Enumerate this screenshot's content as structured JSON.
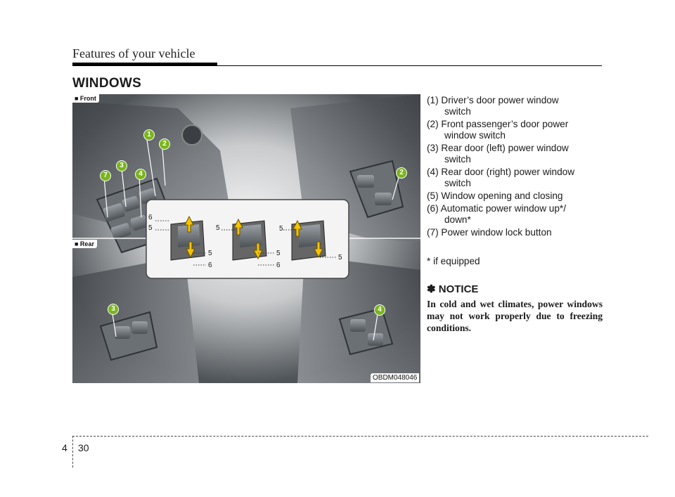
{
  "header": {
    "section": "Features of your vehicle"
  },
  "title": "WINDOWS",
  "figure": {
    "front_label": "■ Front",
    "rear_label": "■ Rear",
    "code": "OBDM048046",
    "callouts": {
      "c1": "1",
      "c2": "2",
      "c3": "3",
      "c4": "4",
      "c7": "7",
      "c2b": "2",
      "c3b": "3",
      "c4b": "4"
    },
    "inset_labels": {
      "a6": "6",
      "a5": "5",
      "a5b": "5",
      "a6b": "6",
      "b5": "5",
      "b5b": "5",
      "b6": "6",
      "c5": "5",
      "c5b": "5"
    }
  },
  "list": [
    {
      "num": "(1)",
      "text": "Driver’s door power window",
      "cont": "switch"
    },
    {
      "num": "(2)",
      "text": "Front passenger’s door power",
      "cont": "window switch"
    },
    {
      "num": "(3)",
      "text": "Rear door (left) power window",
      "cont": "switch"
    },
    {
      "num": "(4)",
      "text": "Rear door (right) power window",
      "cont": "switch"
    },
    {
      "num": "(5)",
      "text": "Window opening and closing",
      "cont": ""
    },
    {
      "num": "(6)",
      "text": "Automatic power window up*/",
      "cont": "down*"
    },
    {
      "num": "(7)",
      "text": "Power window lock button",
      "cont": ""
    }
  ],
  "footnote": "* if equipped",
  "notice": {
    "title": "✽ NOTICE",
    "body": "In cold and wet climates, power windows may not work properly due to freezing conditions."
  },
  "footer": {
    "chapter": "4",
    "page": "30"
  },
  "colors": {
    "callout": "#7ab51d",
    "arrow": "#f5c400"
  }
}
